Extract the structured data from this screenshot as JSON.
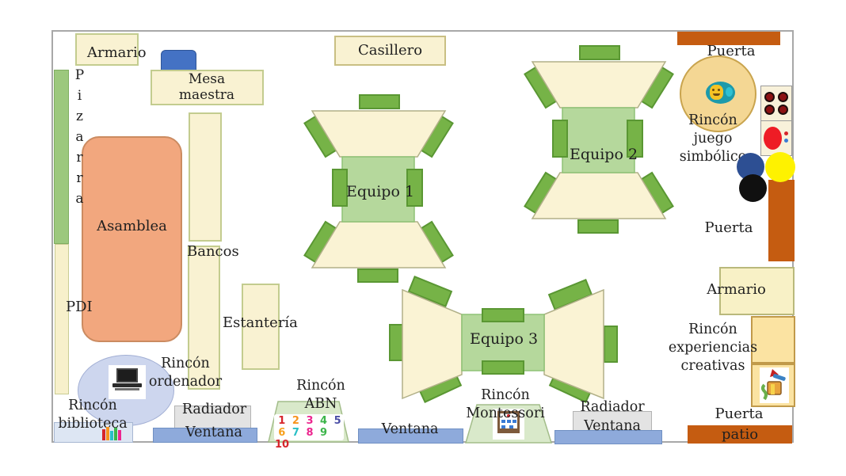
{
  "diagram_type": "classroom-floor-plan",
  "labels": {
    "armario_top": "Armario",
    "mesa_maestra": "Mesa maestra",
    "casillero": "Casillero",
    "pizarra": "Pizarra",
    "pdi": "PDI",
    "asamblea": "Asamblea",
    "bancos": "Bancos",
    "estanteria": "Estantería",
    "equipo_1": "Equipo 1",
    "equipo_2": "Equipo 2",
    "equipo_3": "Equipo 3",
    "rincon_ordenador": "Rincón ordenador",
    "rincon_biblioteca": "Rincón biblioteca",
    "radiador_left": "Radiador",
    "ventana_left": "Ventana",
    "rincon_abn": "Rincón ABN",
    "ventana_mid": "Ventana",
    "rincon_montessori": "Rincón Montessori",
    "radiador_right": "Radiador",
    "ventana_right": "Ventana",
    "puerta_top": "Puerta",
    "rincon_juego_simbolico": "Rincón juego simbólico",
    "puerta_right": "Puerta",
    "armario_right": "Armario",
    "rincon_experiencias": "Rincón experiencias creativas",
    "puerta_patio": {
      "line1": "Puerta",
      "line2": "patio"
    }
  },
  "abn_numbers": [
    {
      "text": "1",
      "color": "#d6252b"
    },
    {
      "text": "2",
      "color": "#f7941d"
    },
    {
      "text": "3",
      "color": "#ec268f"
    },
    {
      "text": "4",
      "color": "#3cb54a"
    },
    {
      "text": "5",
      "color": "#4b4fa6"
    },
    {
      "text": "6",
      "color": "#f7a01d"
    },
    {
      "text": "7",
      "color": "#29bfc6"
    },
    {
      "text": "8",
      "color": "#ec268f"
    },
    {
      "text": "9",
      "color": "#3cb54a"
    },
    {
      "text": "10",
      "color": "#d6252b"
    }
  ],
  "colors": {
    "furniture_cream": "#f9f2d2",
    "furniture_border": "#c3cc8f",
    "chair_green": "#76b347",
    "chair_border": "#5a9733",
    "team_table_green": "#b5d89c",
    "table_cream": "#faf3d4",
    "assembly_orange": "#f2a77e",
    "blackboard_green": "#9cc87d",
    "window_blue": "#8eaadb",
    "radiator_gray": "#e3e3e3",
    "door_orange": "#c55c11",
    "symbolic_circle_tan": "#f4d794",
    "corner_trapezoid_green": "#d9e9ca",
    "library_blue": "#dde6f3",
    "computer_ellipse_blue": "#cdd6ee",
    "shelf_tan": "#fbe3a2",
    "teacher_chair_blue": "#4472c4",
    "dot_blue": "#2d4f93",
    "dot_yellow": "#fef200",
    "dot_black": "#101010"
  },
  "icons": {
    "laptop": "laptop-icon",
    "books": "books-icon",
    "theater_masks": "theater-masks-icon",
    "stove_burners": "stove-burners-icon",
    "play_sink": "play-sink-icon",
    "abacus": "abacus-icon",
    "art_supplies": "art-supplies-icon"
  }
}
